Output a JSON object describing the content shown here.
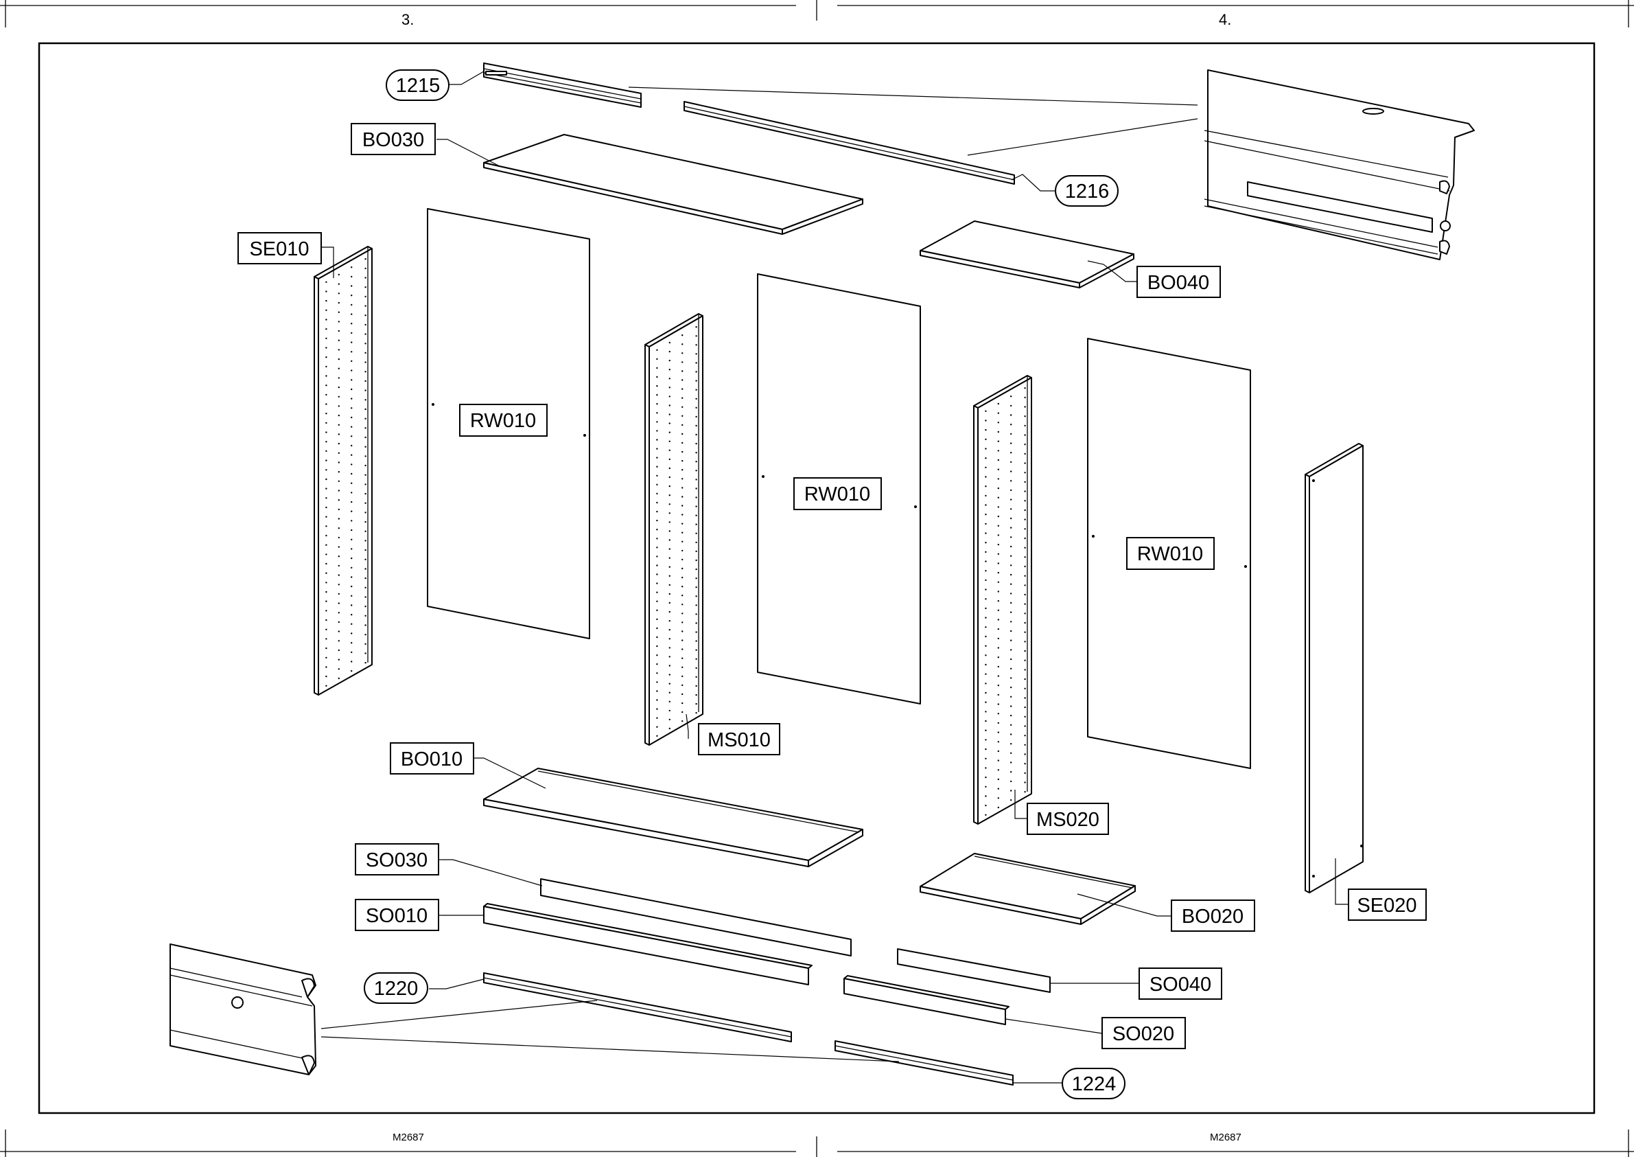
{
  "page": {
    "step_left": "3.",
    "step_right": "4.",
    "footer_left": "M2687",
    "footer_right": "M2687"
  },
  "parts": {
    "p1215": "1215",
    "p1216": "1216",
    "p1220": "1220",
    "p1224": "1224",
    "bo030": "BO030",
    "bo040": "BO040",
    "bo010": "BO010",
    "bo020": "BO020",
    "se010": "SE010",
    "se020": "SE020",
    "rw010_a": "RW010",
    "rw010_b": "RW010",
    "rw010_c": "RW010",
    "ms010": "MS010",
    "ms020": "MS020",
    "so030": "SO030",
    "so010": "SO010",
    "so040": "SO040",
    "so020": "SO020"
  },
  "style": {
    "line_color": "#000000",
    "background": "#ffffff"
  }
}
